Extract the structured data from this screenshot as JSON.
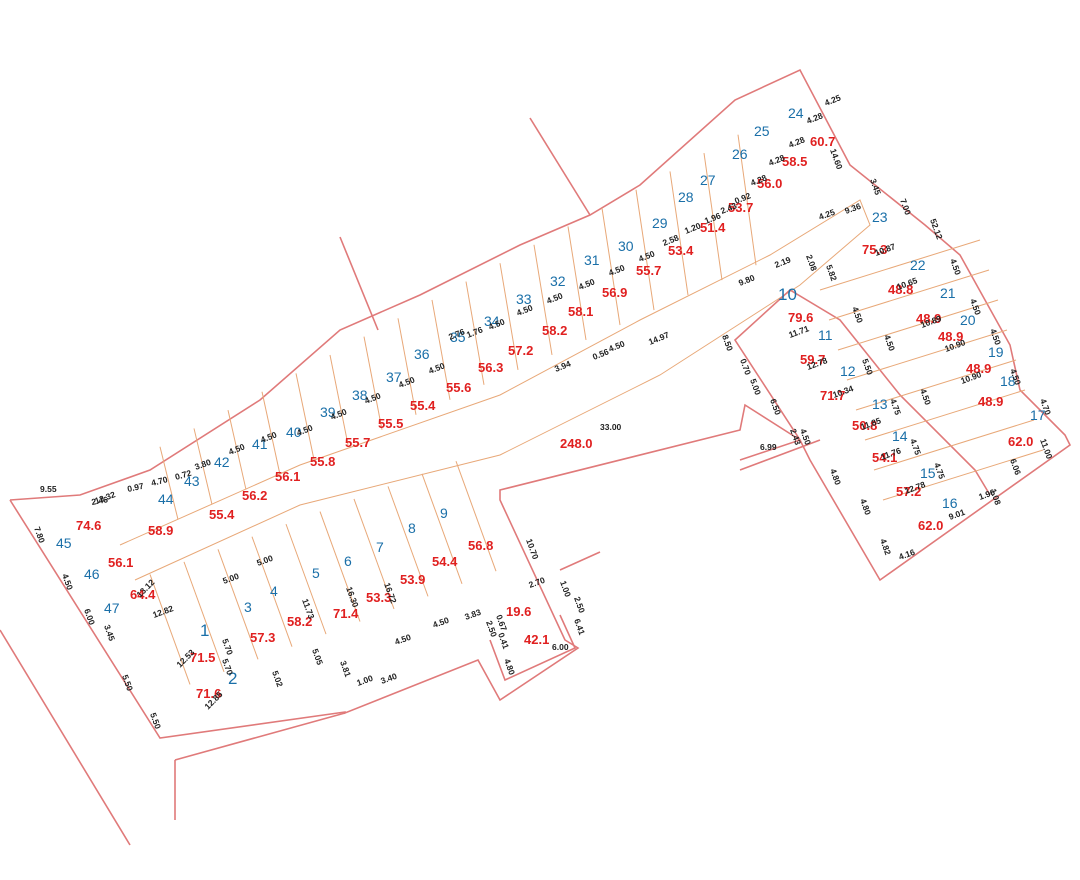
{
  "map": {
    "boundary_color": "#e07a7a",
    "internal_line_color": "#e8a878",
    "plot_number_color": "#1a6fa8",
    "area_color": "#e02020",
    "dimension_color": "#222222",
    "road_area_label": "248.0",
    "road_length_label": "33.00",
    "plots": [
      {
        "number": "1",
        "area": "71.5"
      },
      {
        "number": "2",
        "area": "71.6"
      },
      {
        "number": "3",
        "area": "57.3"
      },
      {
        "number": "4",
        "area": "58.2"
      },
      {
        "number": "5",
        "area": "71.4"
      },
      {
        "number": "6",
        "area": "53.3"
      },
      {
        "number": "7",
        "area": "53.9"
      },
      {
        "number": "8",
        "area": "54.4"
      },
      {
        "number": "9",
        "area": "56.8"
      },
      {
        "number": "10",
        "area": "79.6"
      },
      {
        "number": "11",
        "area": "59.7"
      },
      {
        "number": "12",
        "area": "71.7"
      },
      {
        "number": "13",
        "area": "50.8"
      },
      {
        "number": "14",
        "area": "54.1"
      },
      {
        "number": "15",
        "area": "57.2"
      },
      {
        "number": "16",
        "area": "62.0"
      },
      {
        "number": "17",
        "area": "62.0"
      },
      {
        "number": "18",
        "area": "48.9"
      },
      {
        "number": "19",
        "area": "48.9"
      },
      {
        "number": "20",
        "area": "48.9"
      },
      {
        "number": "21",
        "area": "48.9"
      },
      {
        "number": "22",
        "area": "48.8"
      },
      {
        "number": "23",
        "area": "75.3"
      },
      {
        "number": "24",
        "area": "60.7"
      },
      {
        "number": "25",
        "area": "58.5"
      },
      {
        "number": "26",
        "area": "56.0"
      },
      {
        "number": "27",
        "area": "53.7"
      },
      {
        "number": "28",
        "area": "51.4"
      },
      {
        "number": "29",
        "area": "53.4"
      },
      {
        "number": "30",
        "area": "55.7"
      },
      {
        "number": "31",
        "area": "56.9"
      },
      {
        "number": "32",
        "area": "58.1"
      },
      {
        "number": "33",
        "area": "58.2"
      },
      {
        "number": "34",
        "area": "57.2"
      },
      {
        "number": "35",
        "area": "56.3"
      },
      {
        "number": "36",
        "area": "55.6"
      },
      {
        "number": "37",
        "area": "55.4"
      },
      {
        "number": "38",
        "area": "55.5"
      },
      {
        "number": "39",
        "area": "55.7"
      },
      {
        "number": "40",
        "area": "55.8"
      },
      {
        "number": "41",
        "area": "56.1"
      },
      {
        "number": "42",
        "area": "56.2"
      },
      {
        "number": "43",
        "area": "55.4"
      },
      {
        "number": "44",
        "area": "58.9"
      },
      {
        "number": "45",
        "area": "74.6"
      },
      {
        "number": "46",
        "area": "56.1"
      },
      {
        "number": "47",
        "area": "64.4"
      }
    ],
    "extra_areas": [
      "19.6",
      "42.1"
    ],
    "dimensions": [
      "9.55",
      "2.46",
      "0.97",
      "4.70",
      "0.72",
      "3.80",
      "4.50",
      "4.50",
      "4.50",
      "4.50",
      "4.50",
      "4.50",
      "4.50",
      "2.76",
      "1.76",
      "4.50",
      "4.50",
      "4.50",
      "4.50",
      "4.50",
      "4.50",
      "2.58",
      "1.20",
      "1.96",
      "2.43",
      "0.92",
      "4.28",
      "4.28",
      "4.28",
      "4.28",
      "4.25",
      "14.60",
      "3.45",
      "7.00",
      "52.12",
      "4.50",
      "4.50",
      "4.50",
      "4.50",
      "4.70",
      "11.00",
      "6.06",
      "1.08",
      "1.96",
      "9.01",
      "4.16",
      "4.82",
      "4.80",
      "4.80",
      "4.50",
      "2.43",
      "6.50",
      "6.99",
      "5.00",
      "0.70",
      "8.50",
      "9.80",
      "2.19",
      "2.08",
      "5.82",
      "14.97",
      "3.94",
      "0.56",
      "4.50",
      "10.70",
      "2.70",
      "1.00",
      "2.50",
      "0.67",
      "0.41",
      "6.41",
      "6.00",
      "4.80",
      "2.50",
      "3.83",
      "4.50",
      "4.50",
      "3.40",
      "1.00",
      "3.81",
      "5.05",
      "5.02",
      "5.70",
      "5.70",
      "5.00",
      "5.00",
      "12.82",
      "3.45",
      "5.50",
      "5.50",
      "6.00",
      "4.50",
      "7.80",
      "12.32",
      "13.12",
      "12.53",
      "12.85",
      "11.73",
      "16.30",
      "16.72",
      "11.71",
      "12.78",
      "10.34",
      "11.85",
      "11.76",
      "12.78",
      "10.87",
      "10.65",
      "10.89",
      "10.90",
      "10.90",
      "9.36",
      "4.25",
      "4.75",
      "4.75",
      "4.75",
      "5.50",
      "4.50",
      "4.50",
      "4.50"
    ]
  }
}
